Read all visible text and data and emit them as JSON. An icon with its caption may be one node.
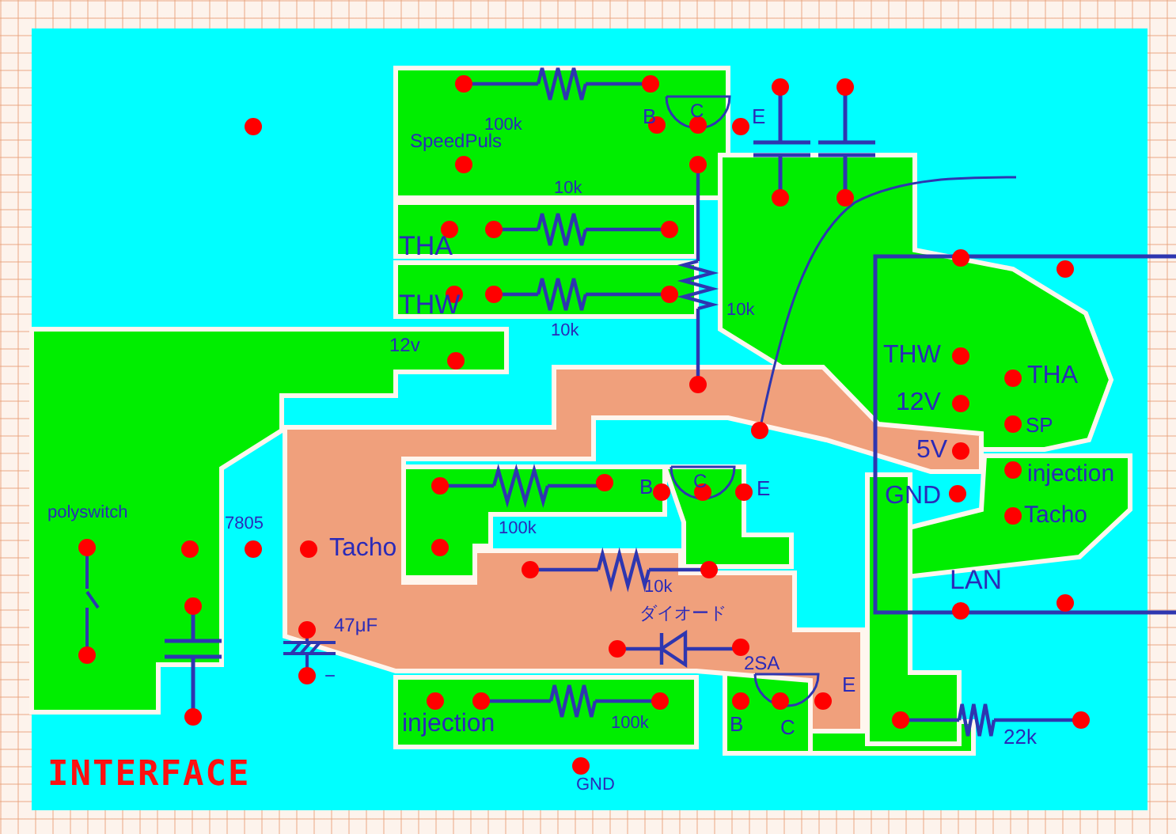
{
  "diagram": {
    "labels": [
      "100k",
      "B",
      "C",
      "E",
      "SpeedPuls",
      "10k",
      "THA",
      "THW",
      "10k",
      "10k",
      "12v",
      "THW",
      "THA",
      "12V",
      "SP",
      "5V",
      "injection",
      "GND",
      "Tacho",
      "polyswitch",
      "7805",
      "B",
      "C",
      "E",
      "100k",
      "Tacho",
      "LAN",
      "10k",
      "47μF",
      "ダイオード",
      "2SA",
      "−",
      "E",
      "B",
      "C",
      "injection",
      "100k",
      "22k",
      "INTERFACE",
      "GND"
    ]
  }
}
